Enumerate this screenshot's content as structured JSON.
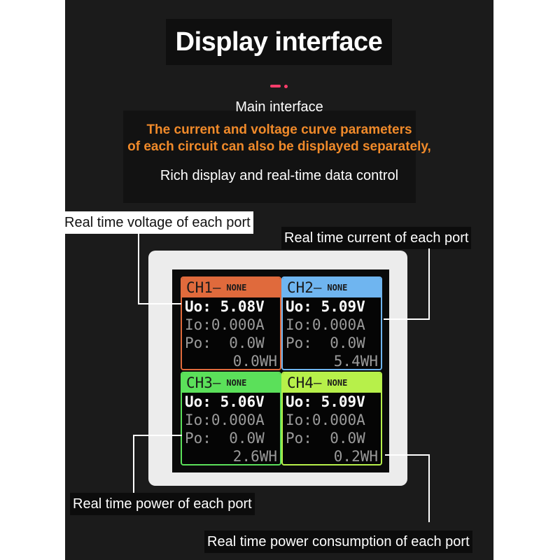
{
  "title": "Display interface",
  "subtitle": "Main interface",
  "orange_text": {
    "line1": "The current and voltage curve parameters",
    "line2": "of each circuit can also be displayed separately,"
  },
  "rich_text": "Rich display and real-time data control",
  "callouts": {
    "voltage": "Real time voltage of each port",
    "current": "Real time current of each port",
    "power": "Real time power of each port",
    "consumption": "Real time power consumption of each port"
  },
  "channels": [
    {
      "name": "CH1",
      "dash": "—",
      "status": "NONE",
      "color": "#e06a3c",
      "uo": "Uo: 5.08V",
      "io": "Io:0.000A",
      "po": "Po:  0.0W",
      "wh": "0.0WH"
    },
    {
      "name": "CH2",
      "dash": "—",
      "status": "NONE",
      "color": "#6fb5f0",
      "uo": "Uo: 5.09V",
      "io": "Io:0.000A",
      "po": "Po:  0.0W",
      "wh": "5.4WH"
    },
    {
      "name": "CH3",
      "dash": "—",
      "status": "NONE",
      "color": "#5be05a",
      "uo": "Uo: 5.06V",
      "io": "Io:0.000A",
      "po": "Po:  0.0W",
      "wh": "2.6WH"
    },
    {
      "name": "CH4",
      "dash": "—",
      "status": "NONE",
      "color": "#b7f04a",
      "uo": "Uo: 5.09V",
      "io": "Io:0.000A",
      "po": "Po:  0.0W",
      "wh": "0.2WH"
    }
  ],
  "colors": {
    "accent_orange": "#f08a2a",
    "accent_pink": "#ff3d6b"
  }
}
